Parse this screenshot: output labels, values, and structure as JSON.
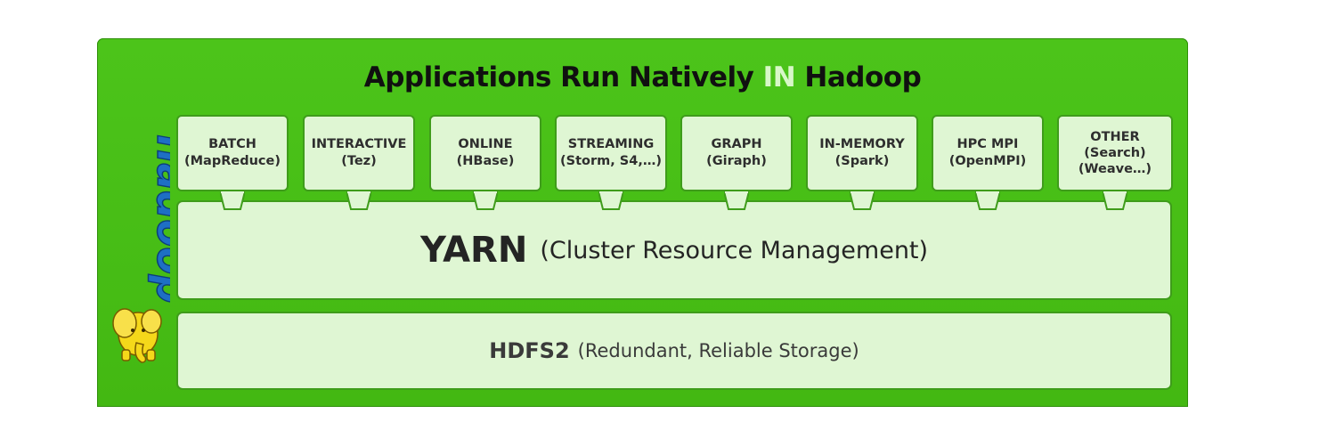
{
  "title": {
    "prefix": "Applications Run Natively ",
    "highlight": "IN",
    "suffix": " Hadoop"
  },
  "applications": [
    {
      "line1": "BATCH",
      "line2": "(MapReduce)",
      "line3": ""
    },
    {
      "line1": "INTERACTIVE",
      "line2": "(Tez)",
      "line3": ""
    },
    {
      "line1": "ONLINE",
      "line2": "(HBase)",
      "line3": ""
    },
    {
      "line1": "STREAMING",
      "line2": "(Storm, S4,…)",
      "line3": ""
    },
    {
      "line1": "GRAPH",
      "line2": "(Giraph)",
      "line3": ""
    },
    {
      "line1": "IN-MEMORY",
      "line2": "(Spark)",
      "line3": ""
    },
    {
      "line1": "HPC MPI",
      "line2": "(OpenMPI)",
      "line3": ""
    },
    {
      "line1": "OTHER",
      "line2": "(Search)",
      "line3": "(Weave…)"
    }
  ],
  "yarn": {
    "name": "YARN",
    "description": "(Cluster Resource Management)"
  },
  "hdfs": {
    "name": "HDFS2",
    "description": "(Redundant, Reliable Storage)"
  },
  "logo": {
    "text": "hadoop"
  },
  "colors": {
    "panel_green": "#45bb14",
    "box_fill": "#dff6d3",
    "box_border": "#3f9c1b",
    "title_highlight": "#d8f7c8",
    "logo_blue": "#2a7fd4",
    "elephant_yellow": "#f5d81a"
  }
}
